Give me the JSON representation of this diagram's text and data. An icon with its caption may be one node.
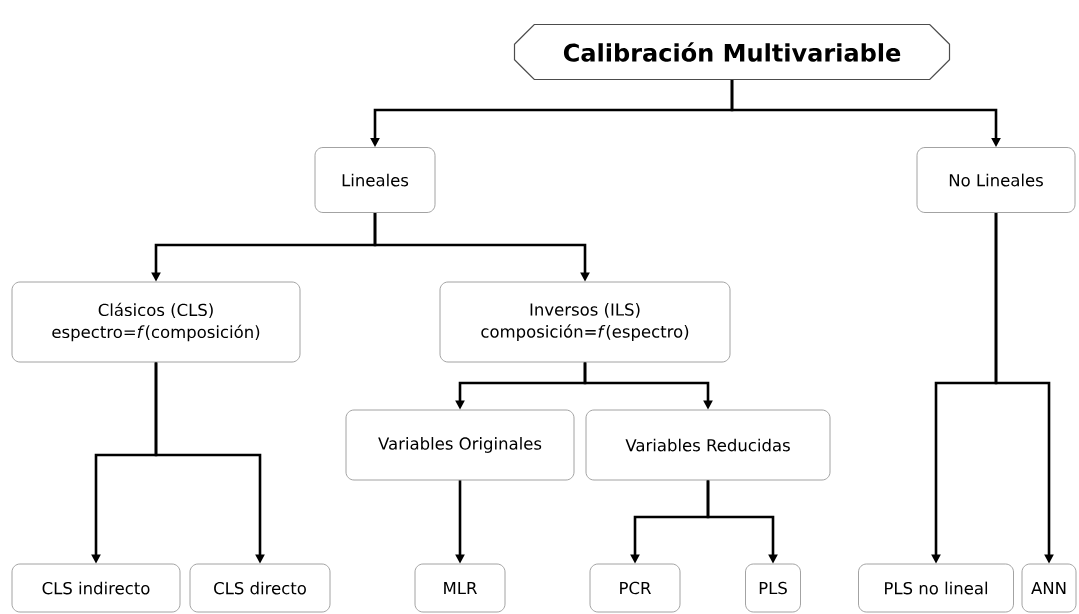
{
  "diagram": {
    "nodes": [
      {
        "text": [
          "Calibración Multivariable"
        ]
      },
      {
        "text": [
          "Lineales"
        ]
      },
      {
        "text": [
          "No Lineales"
        ]
      },
      {
        "text": [
          "Clásicos (CLS)",
          "espectro=*f*(composición)"
        ]
      },
      {
        "text": [
          "Inversos (ILS)",
          "composición=*f*(espectro)"
        ]
      },
      {
        "text": [
          "Variables Originales"
        ]
      },
      {
        "text": [
          "Variables Reducidas"
        ]
      },
      {
        "text": [
          "CLS indirecto"
        ]
      },
      {
        "text": [
          "CLS directo"
        ]
      },
      {
        "text": [
          "MLR"
        ]
      },
      {
        "text": [
          "PCR"
        ]
      },
      {
        "text": [
          "PLS"
        ]
      },
      {
        "text": [
          "PLS no lineal"
        ]
      },
      {
        "text": [
          "ANN"
        ]
      }
    ],
    "edges": [
      {
        "from": 0,
        "to": 1,
        "arrow": "to"
      },
      {
        "from": 0,
        "to": 2,
        "arrow": "to"
      },
      {
        "from": 1,
        "to": 3,
        "arrow": "to"
      },
      {
        "from": 1,
        "to": 4,
        "arrow": "to"
      },
      {
        "from": 3,
        "to": 7,
        "arrow": "to"
      },
      {
        "from": 3,
        "to": 8,
        "arrow": "to"
      },
      {
        "from": 4,
        "to": 5,
        "arrow": "to"
      },
      {
        "from": 4,
        "to": 6,
        "arrow": "to"
      },
      {
        "from": 5,
        "to": 9,
        "arrow": "to"
      },
      {
        "from": 6,
        "to": 10,
        "arrow": "to"
      },
      {
        "from": 6,
        "to": 11,
        "arrow": "to"
      },
      {
        "from": 2,
        "to": 12,
        "arrow": "to"
      },
      {
        "from": 2,
        "to": 13,
        "arrow": "to"
      }
    ]
  }
}
